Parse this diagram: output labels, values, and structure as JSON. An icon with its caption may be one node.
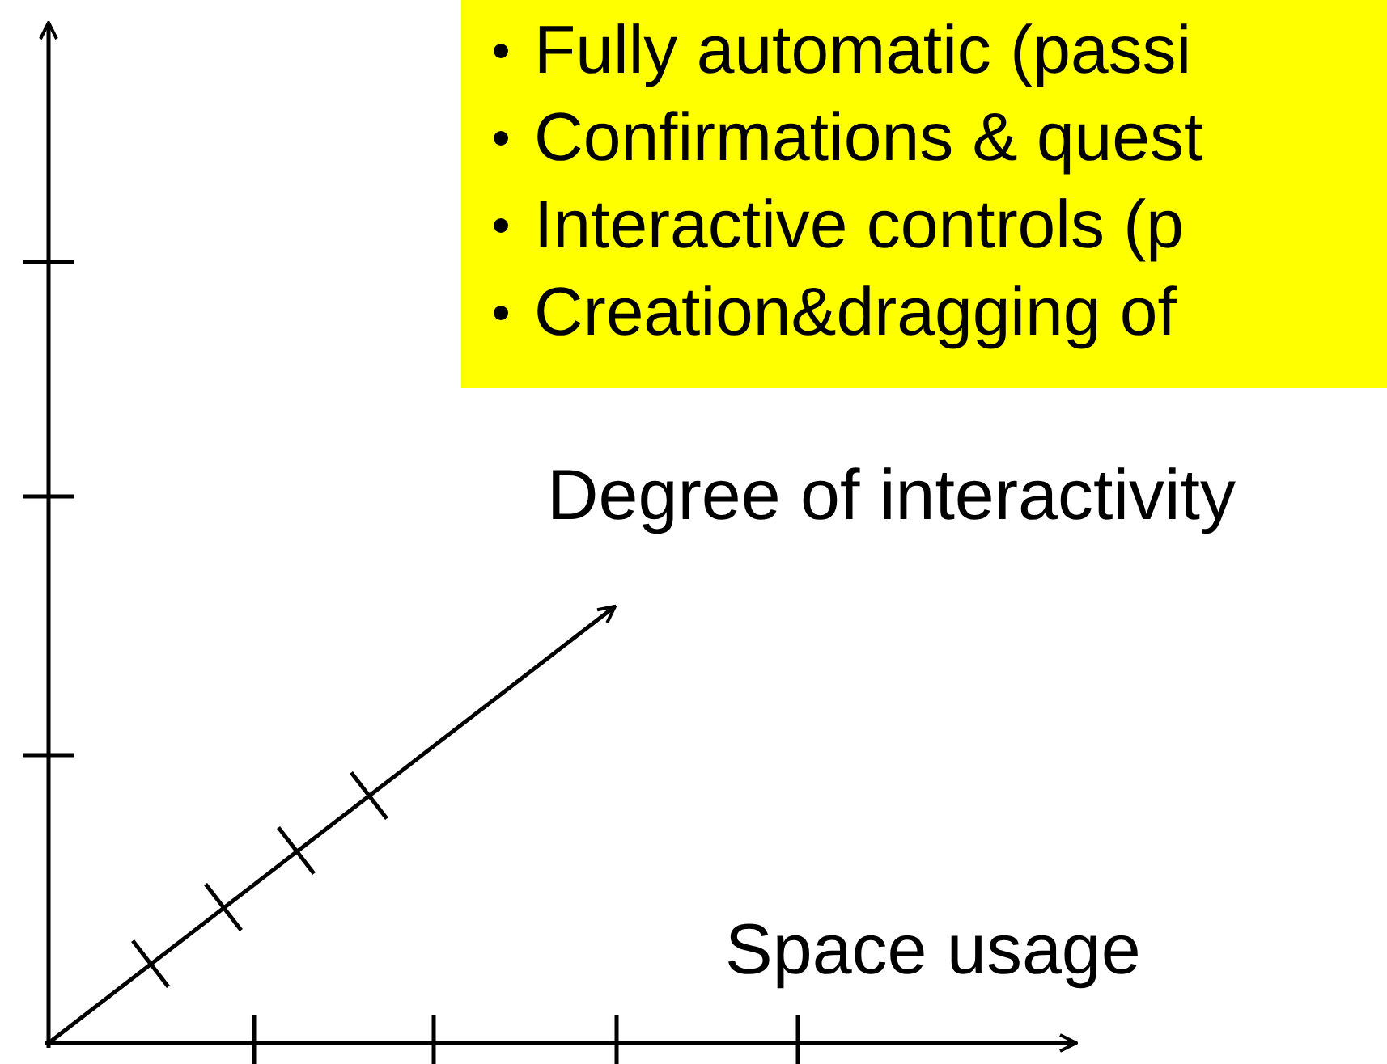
{
  "diagram": {
    "nodes": [
      {
        "text": [
          "Fully automatic (passi",
          "Confirmations & quest",
          "Interactive controls (p",
          "Creation&dragging of"
        ]
      }
    ],
    "labels": [
      "Degree of interactivity",
      "Space usage"
    ]
  }
}
